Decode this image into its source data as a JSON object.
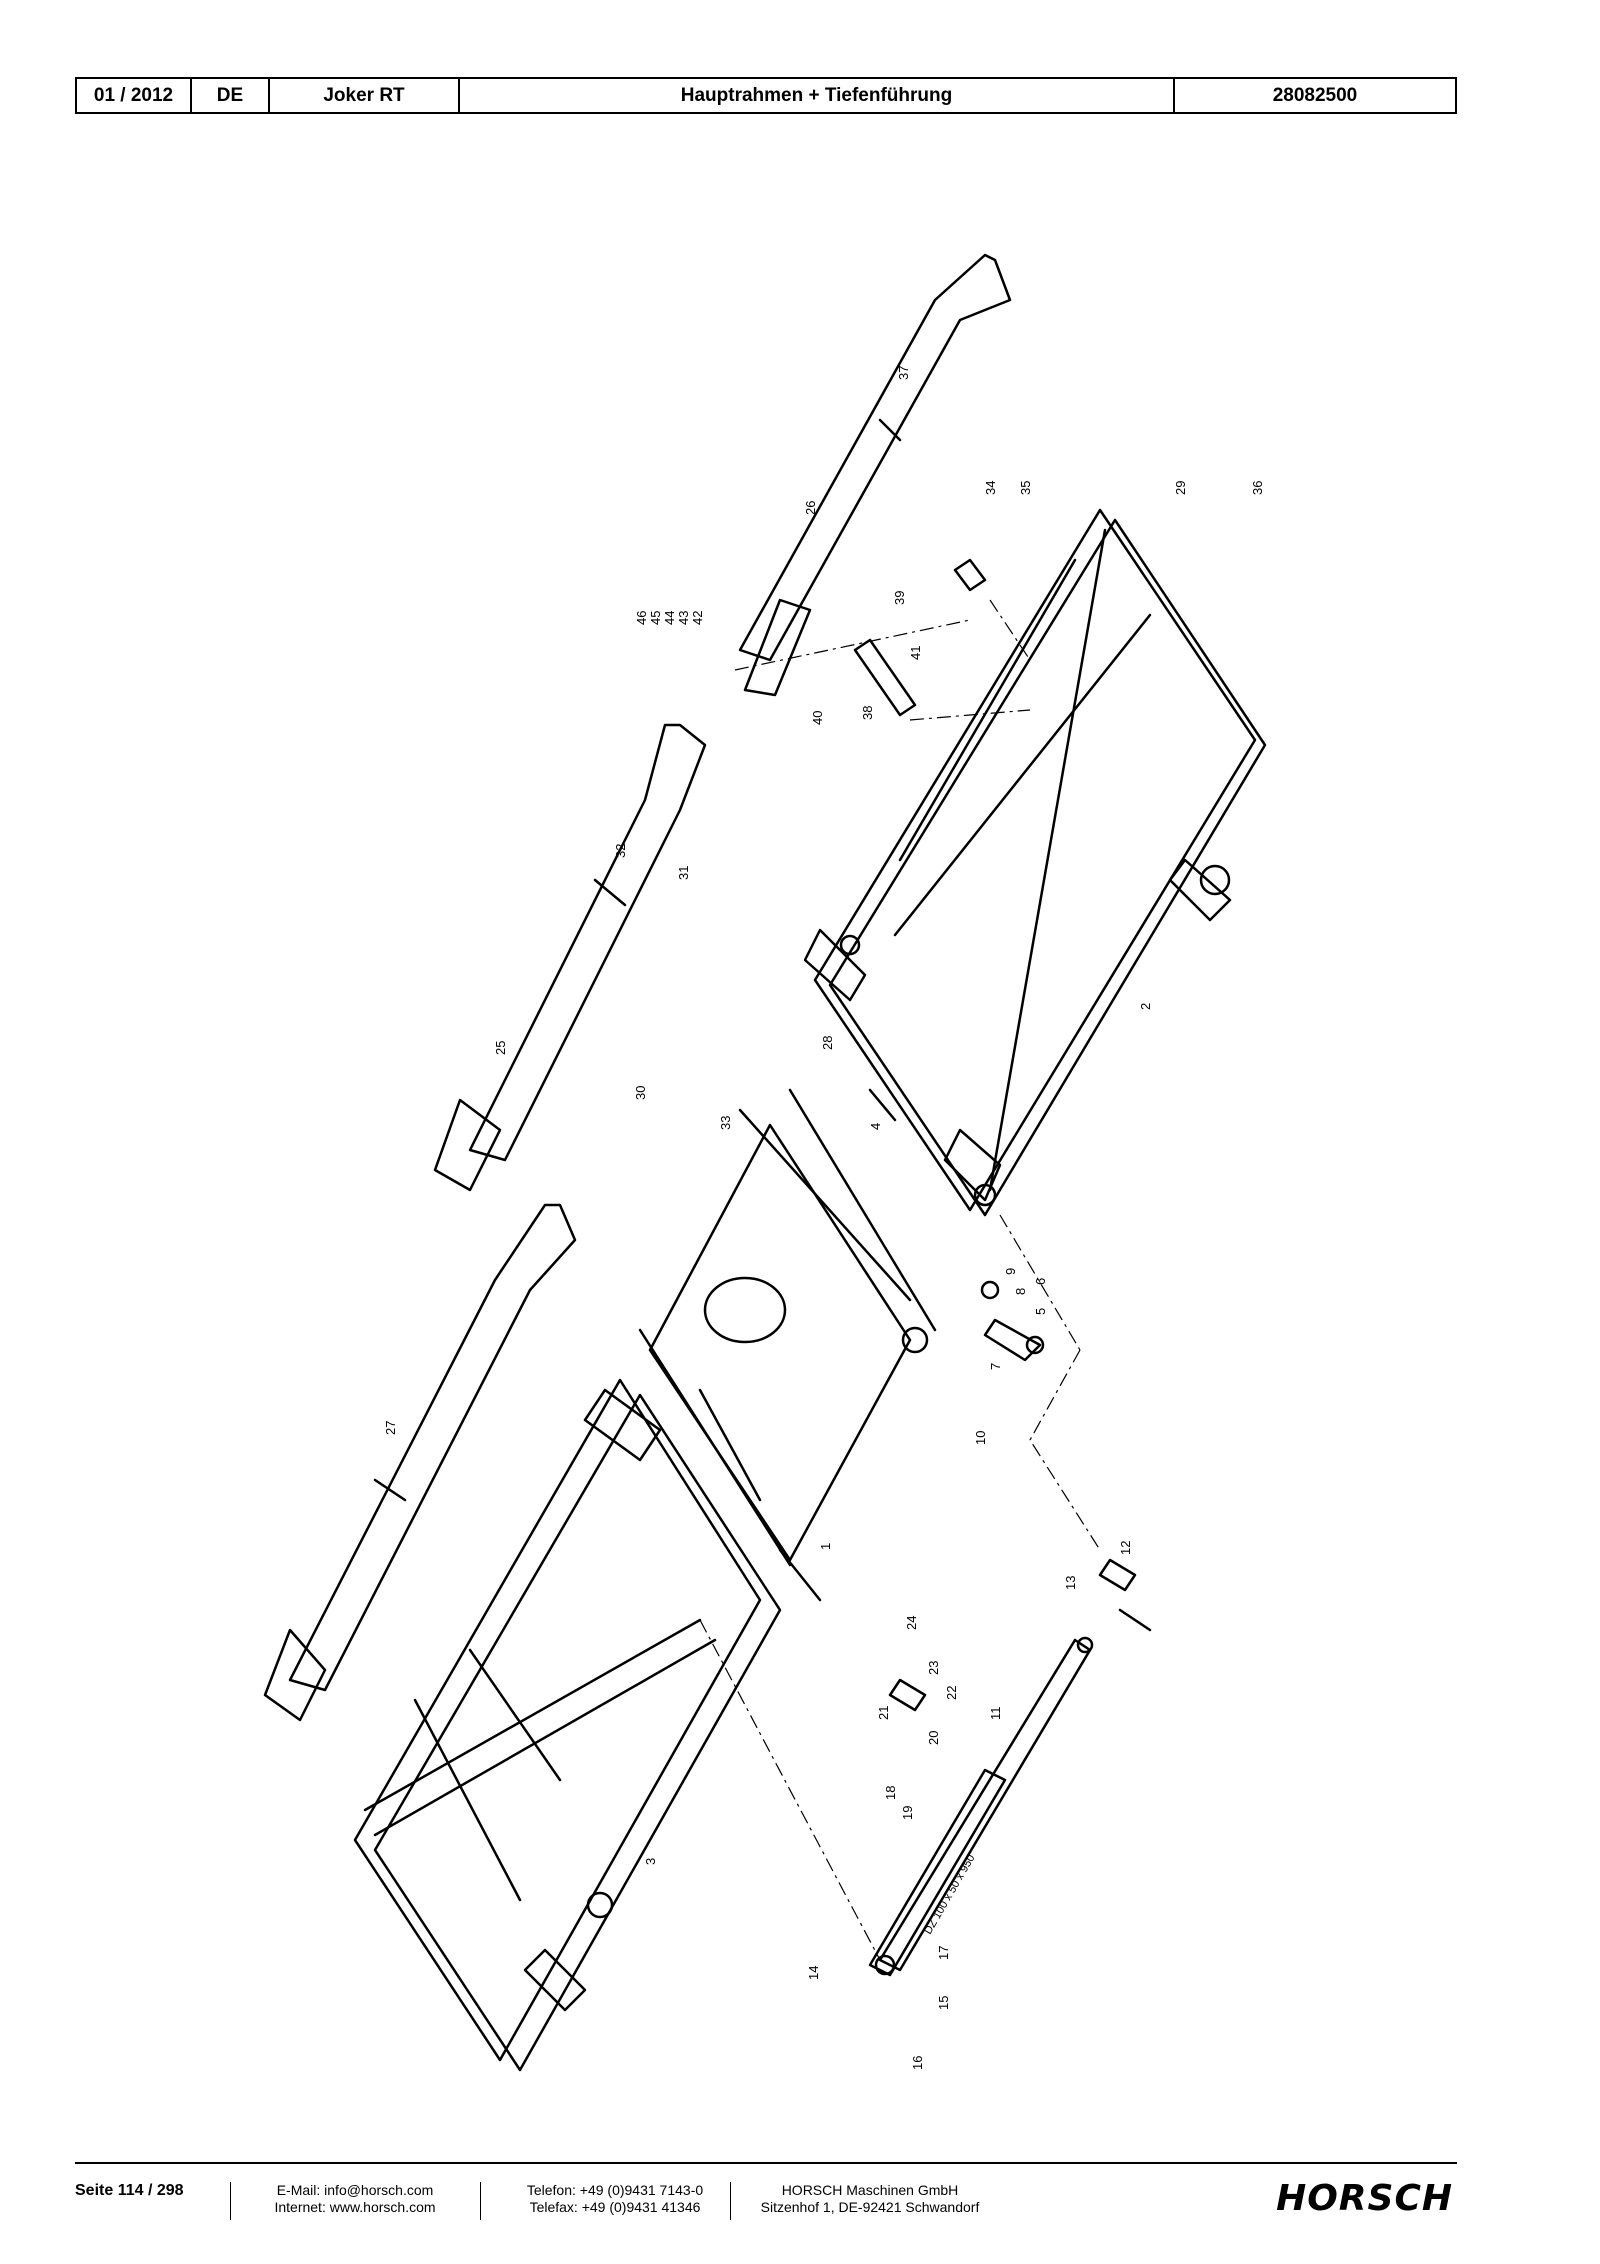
{
  "header": {
    "date": "01 / 2012",
    "lang": "DE",
    "model": "Joker RT",
    "title": "Hauptrahmen + Tiefenführung",
    "number": "28082500"
  },
  "footer": {
    "page": "Seite 114 / 298",
    "email": "E-Mail: info@horsch.com",
    "internet": "Internet: www.horsch.com",
    "phone": "Telefon: +49 (0)9431 7143-0",
    "fax": "Telefax: +49 (0)9431 41346",
    "company": "HORSCH Maschinen GmbH",
    "address": "Sitzenhof 1, DE-92421 Schwandorf",
    "logo": "HORSCH"
  },
  "diagram": {
    "cylinder_label": "DZ 100 x 50 x 950",
    "callouts": [
      "1",
      "2",
      "3",
      "4",
      "5",
      "6",
      "7",
      "8",
      "9",
      "10",
      "11",
      "12",
      "13",
      "14",
      "15",
      "16",
      "17",
      "18",
      "19",
      "20",
      "21",
      "22",
      "23",
      "24",
      "25",
      "26",
      "27",
      "28",
      "29",
      "30",
      "31",
      "32",
      "33",
      "34",
      "35",
      "36",
      "37",
      "38",
      "39",
      "40",
      "41",
      "42",
      "43",
      "44",
      "45",
      "46"
    ]
  }
}
